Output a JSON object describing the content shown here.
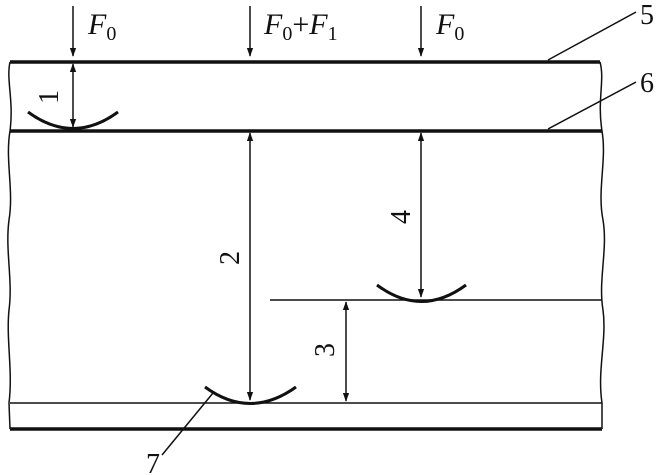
{
  "forces": {
    "left": {
      "symbol": "F",
      "sub": "0"
    },
    "middle": {
      "symbol1": "F",
      "sub1": "0",
      "plus": "+",
      "symbol2": "F",
      "sub2": "1"
    },
    "right": {
      "symbol": "F",
      "sub": "0"
    }
  },
  "labels": {
    "n1": "1",
    "n2": "2",
    "n3": "3",
    "n4": "4",
    "n5": "5",
    "n6": "6",
    "n7": "7"
  },
  "colors": {
    "ink": "#111111",
    "background": "#ffffff"
  }
}
